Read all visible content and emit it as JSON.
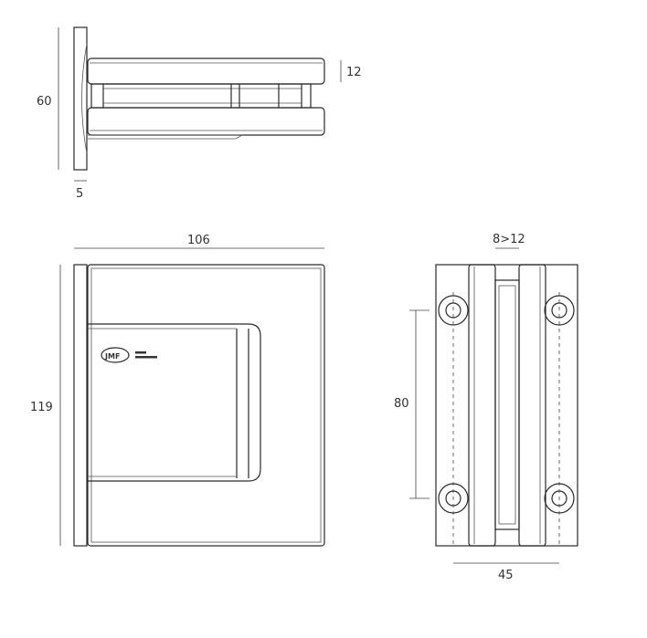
{
  "drawing": {
    "top_view": {
      "height_label": "60",
      "arm_thickness_label": "12",
      "plate_thickness_label": "5"
    },
    "front_view": {
      "width_label": "106",
      "height_label": "119",
      "logo_text": "JMF"
    },
    "side_view": {
      "glass_thickness_label": "8>12",
      "hole_spacing_vertical_label": "80",
      "hole_spacing_horizontal_label": "45"
    }
  }
}
